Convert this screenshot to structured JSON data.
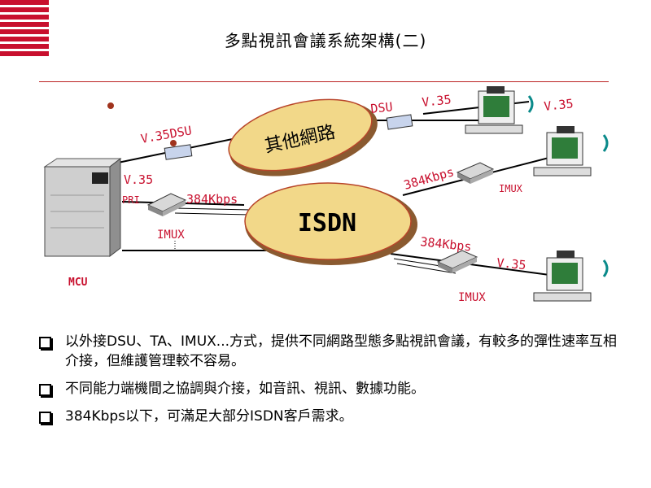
{
  "title": "多點視訊會議系統架構(二)",
  "diagram": {
    "cloud_other": "其他網路",
    "cloud_isdn": "ISDN",
    "mcu": "MCU",
    "v35_dsu_left": "V.35DSU",
    "v35_mcu": "V.35",
    "pri": "PRI",
    "kbps_mcu": "384Kbps",
    "imux_mcu": "IMUX",
    "dsu_right": "DSU",
    "v35_top_1": "V.35",
    "v35_top_2": "V.35",
    "kbps_mid": "384Kbps",
    "imux_mid": "IMUX",
    "kbps_bottom": "384Kbps",
    "v35_bottom": "V.35",
    "imux_bottom": "IMUX"
  },
  "bullets": [
    "以外接DSU、TA、IMUX...方式，提供不同網路型態多點視訊會議，有較多的彈性速率互相介接，但維護管理較不容易。",
    "不同能力端機間之協調與介接，如音訊、視訊、數據功能。",
    "384Kbps以下，可滿足大部分ISDN客戶需求。"
  ],
  "colors": {
    "accent": "#c8102e",
    "cloud": "#f2d889",
    "cloud_edge": "#b8452a"
  }
}
